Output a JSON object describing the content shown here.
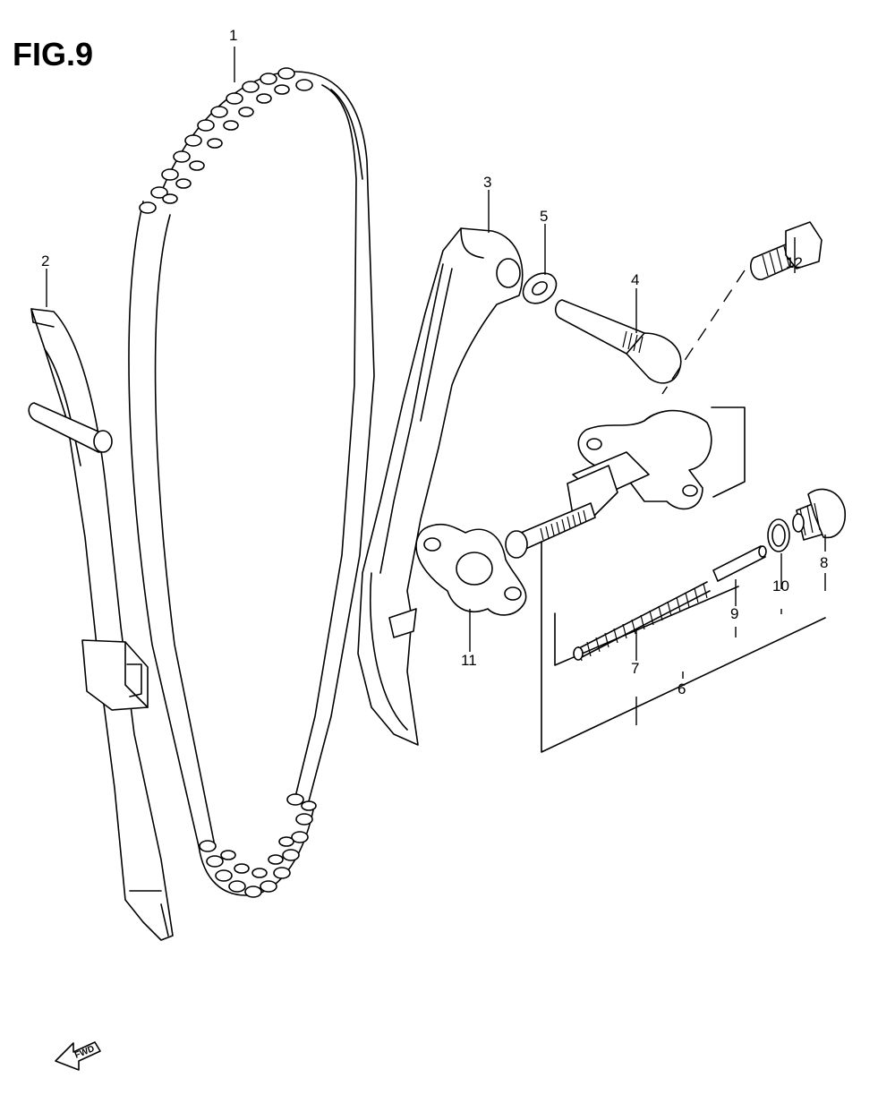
{
  "figure": {
    "title": "FIG.9",
    "fwd_label": "FWD"
  },
  "callouts": [
    "1",
    "2",
    "3",
    "4",
    "5",
    "6",
    "7",
    "8",
    "9",
    "10",
    "11",
    "12"
  ]
}
